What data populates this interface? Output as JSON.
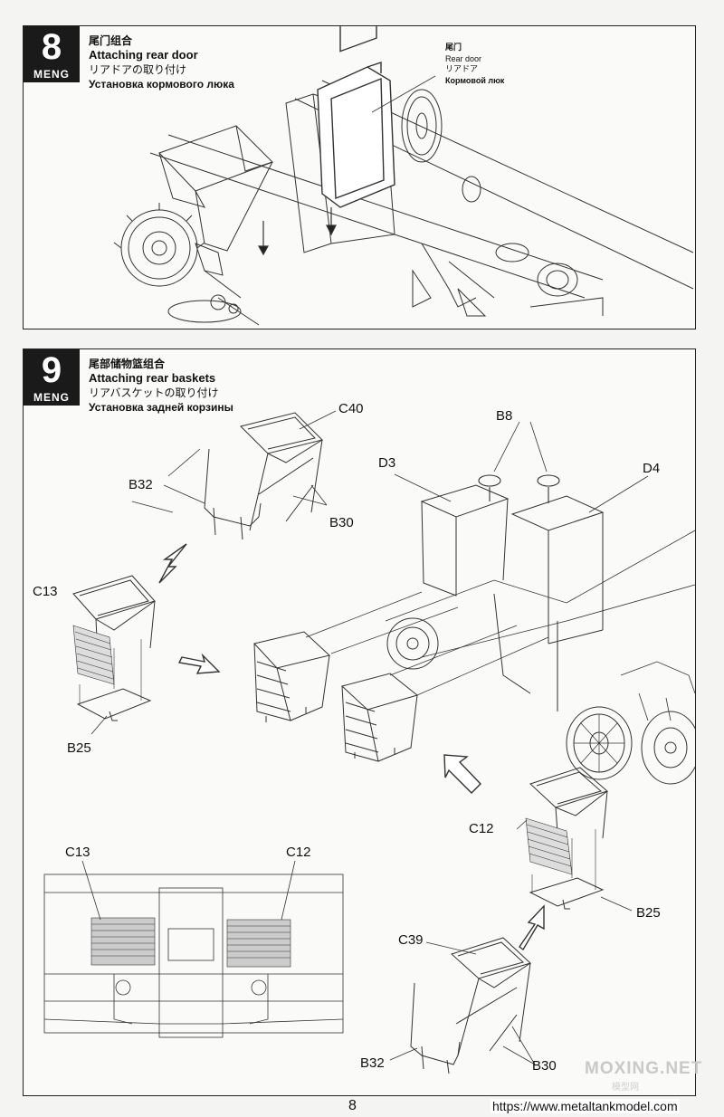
{
  "brand": "MENG",
  "step8": {
    "number": "8",
    "title_cn": "尾门组合",
    "title_en": "Attaching rear door",
    "title_jp": "リアドアの取り付け",
    "title_ru": "Установка кормового люка",
    "part_label": {
      "cn": "尾门",
      "en": "Rear door",
      "jp": "リアドア",
      "ru": "Кормовой люк"
    }
  },
  "step9": {
    "number": "9",
    "title_cn": "尾部储物篮组合",
    "title_en": "Attaching rear baskets",
    "title_jp": "リアバスケットの取り付け",
    "title_ru": "Установка задней корзины",
    "parts": {
      "c40": "C40",
      "b32_top": "B32",
      "b30_top": "B30",
      "b8": "B8",
      "d3": "D3",
      "d4": "D4",
      "c13_left": "C13",
      "b25_left": "B25",
      "c12_right": "C12",
      "b25_right": "B25",
      "c39": "C39",
      "b32_bottom": "B32",
      "b30_bottom": "B30",
      "c13_view": "C13",
      "c12_view": "C12"
    }
  },
  "footer": {
    "page_number": "8",
    "watermark": "MOXING.NET",
    "watermark_sub": "模型网",
    "url": "https://www.metaltankmodel.com"
  }
}
